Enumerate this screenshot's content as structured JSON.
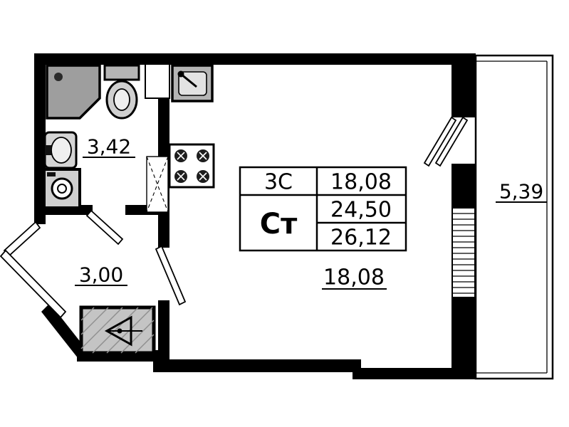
{
  "plan": {
    "title": "studio-apartment-floor-plan",
    "areas": {
      "bathroom": "3,42",
      "hall": "3,00",
      "room": "18,08",
      "balcony": "5,39"
    },
    "table": {
      "row1_label": "3С",
      "row1_value": "18,08",
      "merged_label": "Ст",
      "row2_value": "24,50",
      "row3_value": "26,12"
    },
    "colors": {
      "wall": "#000000",
      "fixture_fill": "#c4c4c4",
      "background": "#ffffff"
    }
  }
}
